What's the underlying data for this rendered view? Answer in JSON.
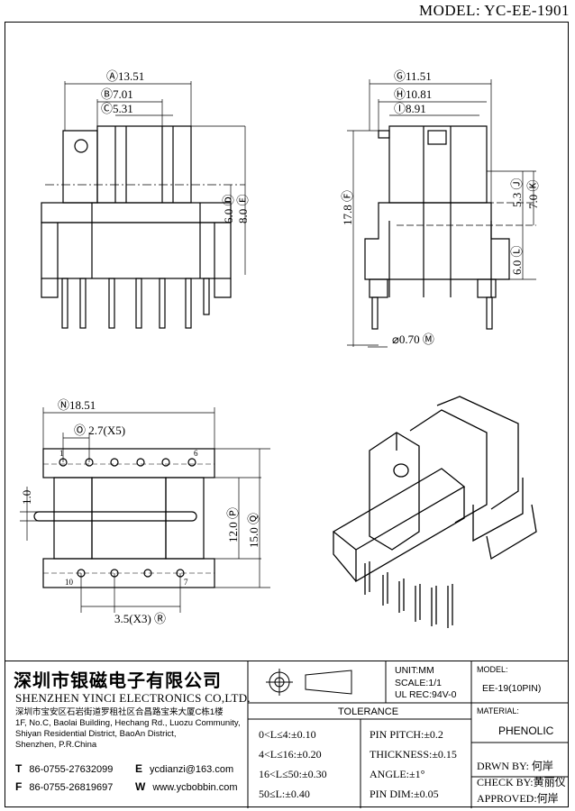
{
  "model": "MODEL: YC-EE-1901",
  "dims": {
    "A": "13.51",
    "B": "7.01",
    "C": "5.31",
    "D": "6.0",
    "E": "8.0",
    "G": "11.51",
    "H": "10.81",
    "I": "8.91",
    "F": "17.8",
    "J": "5.3",
    "K": "7.0",
    "L": "6.0",
    "M": "0.70",
    "N": "18.51",
    "O": "2.7(X5)",
    "P": "12.0",
    "Q": "15.0",
    "R": "3.5(X3)",
    "thick": "1.0",
    "pin1": "1",
    "pin6": "6",
    "pin10": "10",
    "pin7": "7"
  },
  "company": {
    "cn": "深圳市银磁电子有限公司",
    "en": "SHENZHEN YINCI ELECTRONICS CO,LTD.",
    "addr": [
      "深圳市宝安区石岩街道罗租社区合昌路宝来大厦C栋1楼",
      "1F, No.C, Baolai Building, Hechang Rd., Luozu Community,",
      "Shiyan Residential District, BaoAn District,",
      "Shenzhen, P.R.China"
    ],
    "tel_label": "T",
    "tel": "86-0755-27632099",
    "fax_label": "F",
    "fax": "86-0755-26819697",
    "email_label": "E",
    "email": "ycdianzi@163.com",
    "web_label": "W",
    "web": "www.ycbobbin.com"
  },
  "spec": {
    "unit": "UNIT:MM",
    "scale": "SCALE:1/1",
    "ul": "UL REC:94V-0",
    "model_label": "MODEL:",
    "model_value": "EE-19(10PIN)",
    "material_label": "MATERIAL:",
    "material_value": "PHENOLIC",
    "tolerance_label": "TOLERANCE",
    "tol": [
      "0<L≤4:±0.10",
      "4<L≤16:±0.20",
      "16<L≤50:±0.30",
      "50≤L:±0.40"
    ],
    "tol2": [
      "PIN PITCH:±0.2",
      "THICKNESS:±0.15",
      "ANGLE:±1°",
      "PIN DIM:±0.05"
    ],
    "drwn": "DRWN BY: 何岸",
    "check": "CHECK BY:黄丽仪",
    "approved": "APPROVED:何岸"
  }
}
